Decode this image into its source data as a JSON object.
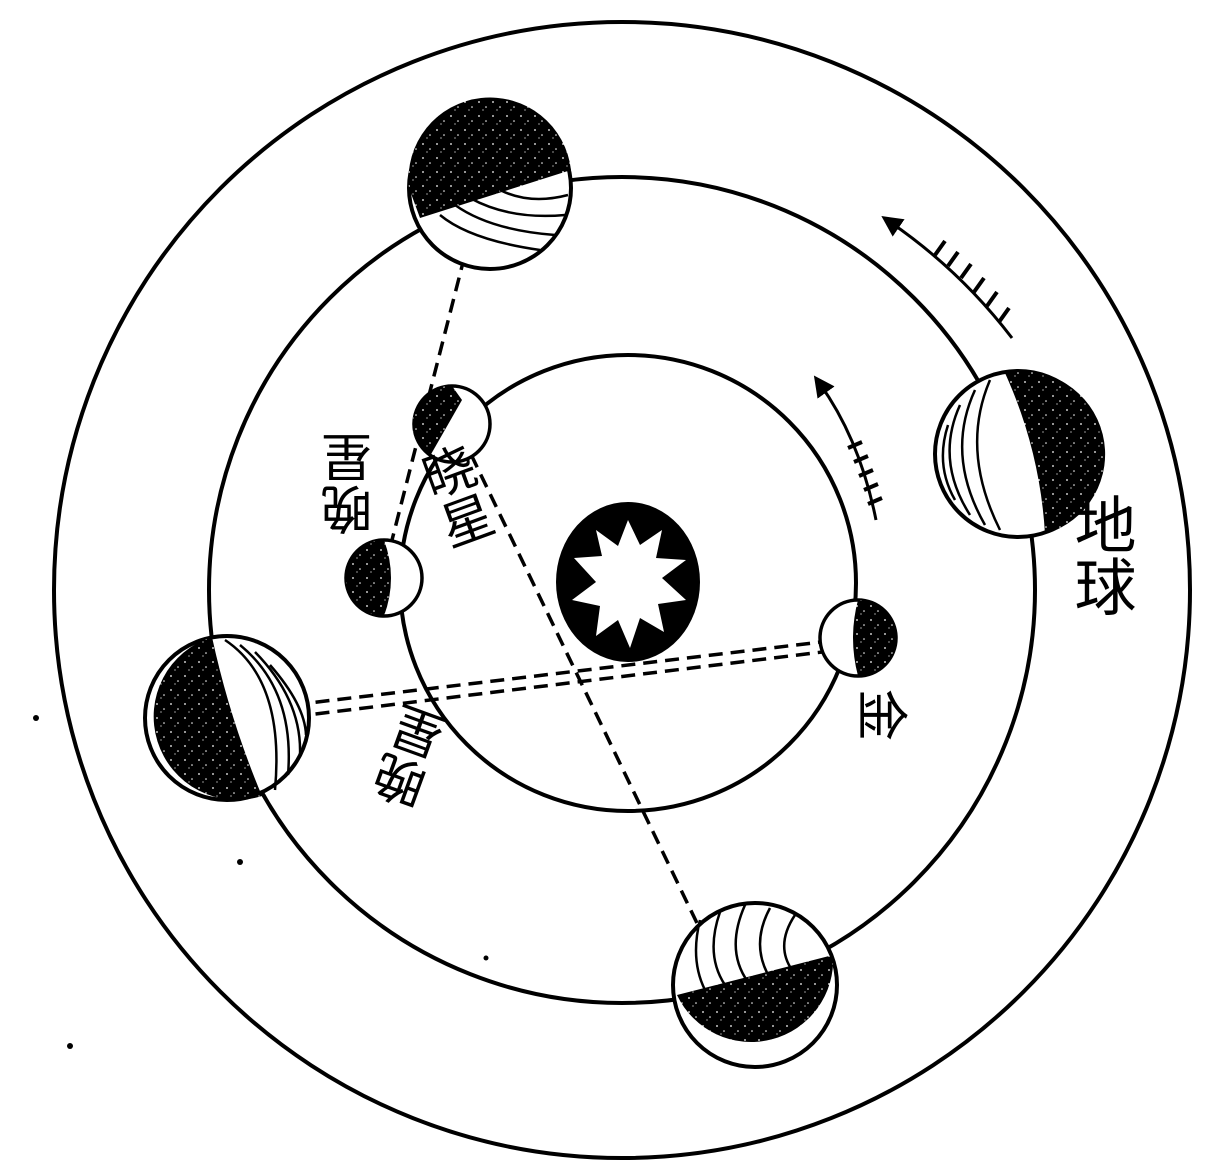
{
  "labels": {
    "earth": "地球",
    "morning_star": "晓星",
    "evening_star": "晚星",
    "venus": "金",
    "evening_star_2": "晚星"
  },
  "colors": {
    "ink": "#000000",
    "paper": "#ffffff"
  }
}
